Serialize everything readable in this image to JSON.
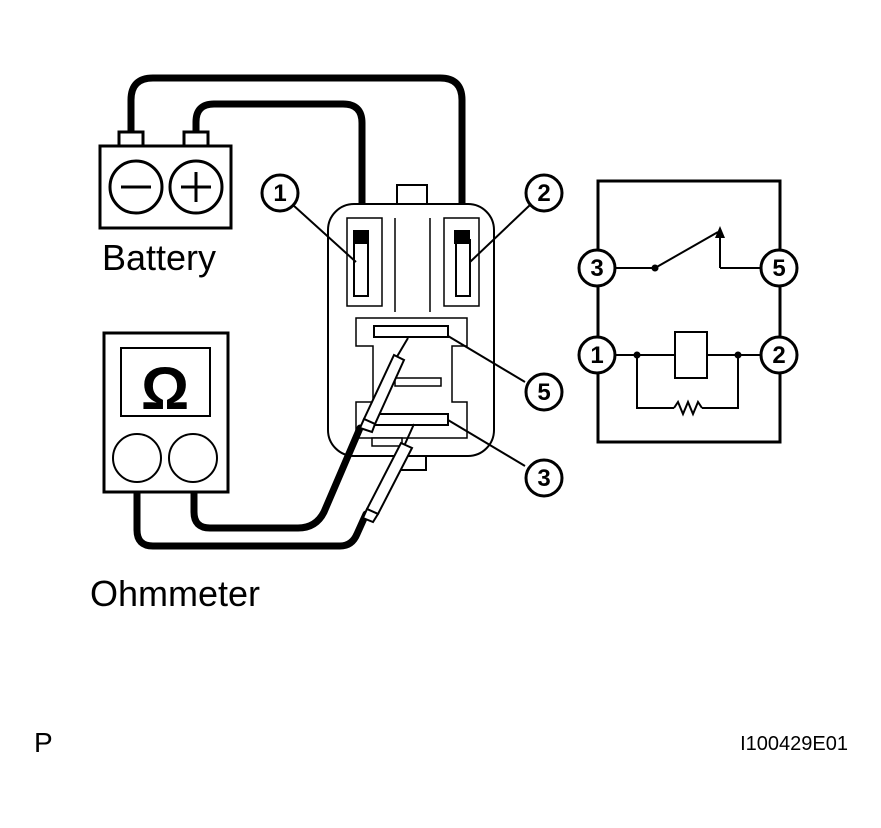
{
  "labels": {
    "battery": "Battery",
    "ohmmeter": "Ohmmeter",
    "omega_symbol": "Ω",
    "minus_symbol": "−",
    "plus_symbol": "+",
    "corner_letter": "P",
    "figure_id": "I100429E01"
  },
  "relay_terminals": {
    "t1": "1",
    "t2": "2",
    "t3": "3",
    "t5": "5"
  },
  "schematic_terminals": {
    "t3": "3",
    "t5": "5",
    "t1": "1",
    "t2": "2"
  },
  "icons": [
    "battery-icon",
    "ohmmeter-icon",
    "relay-icon",
    "probe-icon",
    "resistor-icon",
    "switch-icon",
    "coil-icon"
  ]
}
